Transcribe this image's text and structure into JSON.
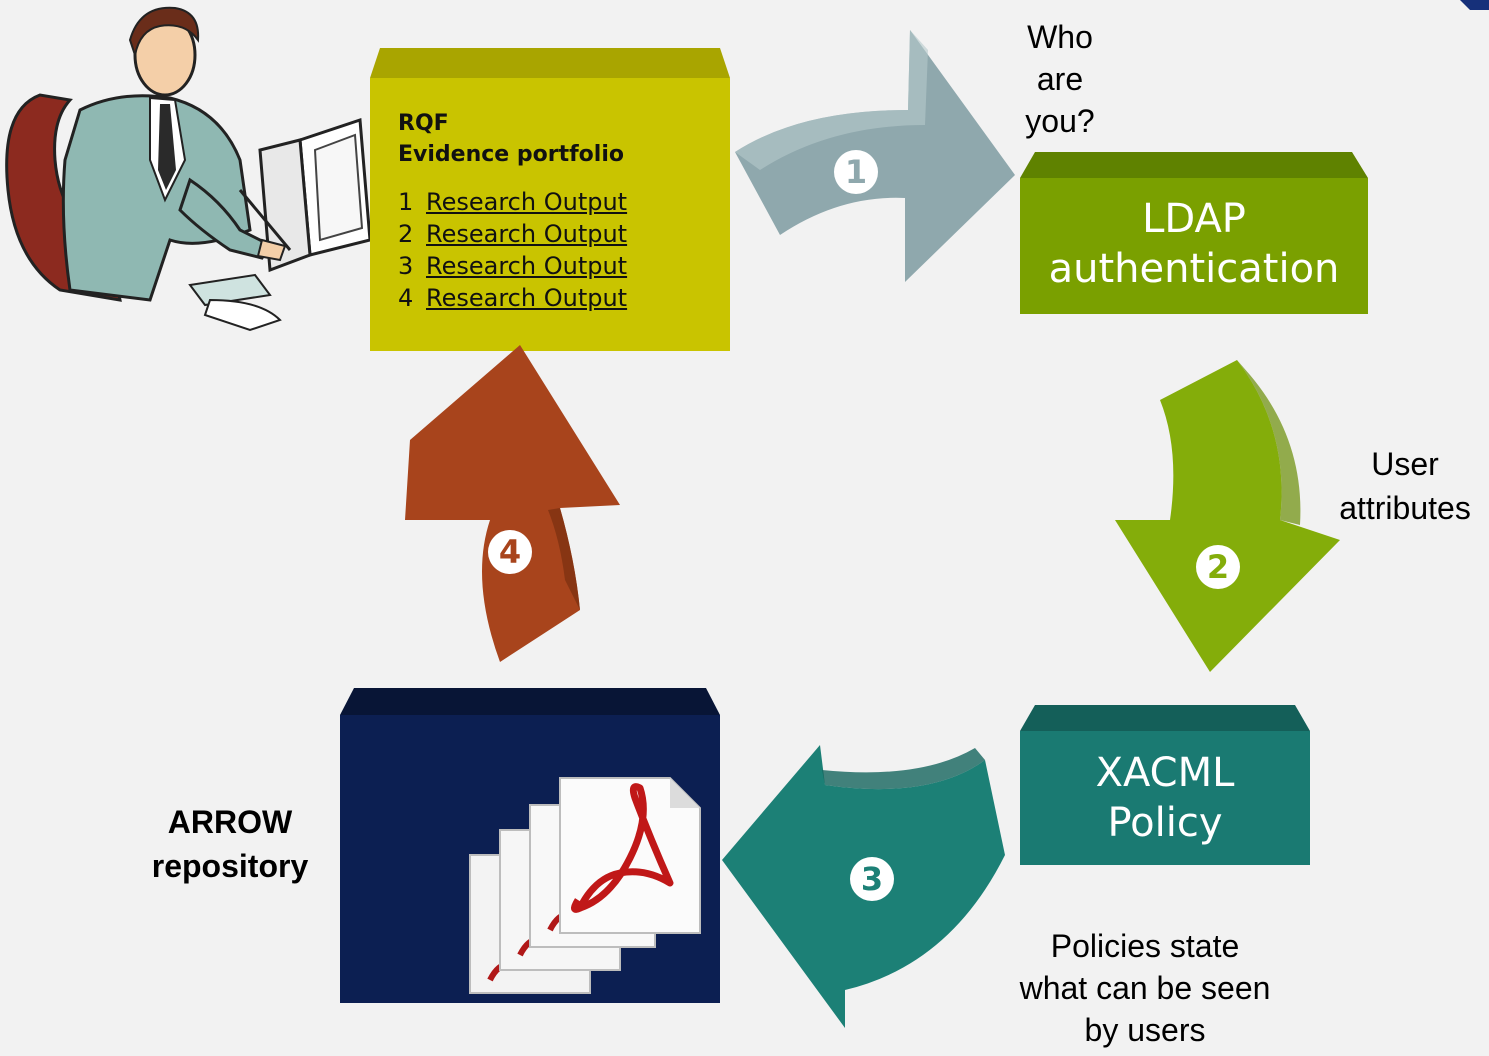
{
  "portfolio": {
    "title_line1": "RQF",
    "title_line2": "Evidence portfolio",
    "items": [
      {
        "num": "1",
        "label": "Research Output"
      },
      {
        "num": "2",
        "label": "Research Output"
      },
      {
        "num": "3",
        "label": "Research Output"
      },
      {
        "num": "4",
        "label": "Research Output"
      }
    ]
  },
  "ldap": {
    "line1": "LDAP",
    "line2": "authentication"
  },
  "xacml": {
    "line1": "XACML",
    "line2": "Policy"
  },
  "repository": {
    "line1": "ARROW",
    "line2": "repository"
  },
  "annotations": {
    "who_are_you": [
      "Who",
      "are",
      "you?"
    ],
    "user_attributes": [
      "User",
      "attributes"
    ],
    "policies": [
      "Policies state",
      "what can be seen",
      "by users"
    ]
  },
  "steps": {
    "one": "1",
    "two": "2",
    "three": "3",
    "four": "4"
  },
  "icons": {
    "user": "businessman-at-computer-icon",
    "document": "pdf-document-stack-icon"
  },
  "colors": {
    "portfolio": "#c9c400",
    "ldap": "#7aa000",
    "xacml": "#1a7a72",
    "repository": "#0c1f52",
    "arrow1": "#8fa8ad",
    "arrow2": "#84ad0a",
    "arrow3": "#1c8076",
    "arrow4": "#a8441c"
  }
}
